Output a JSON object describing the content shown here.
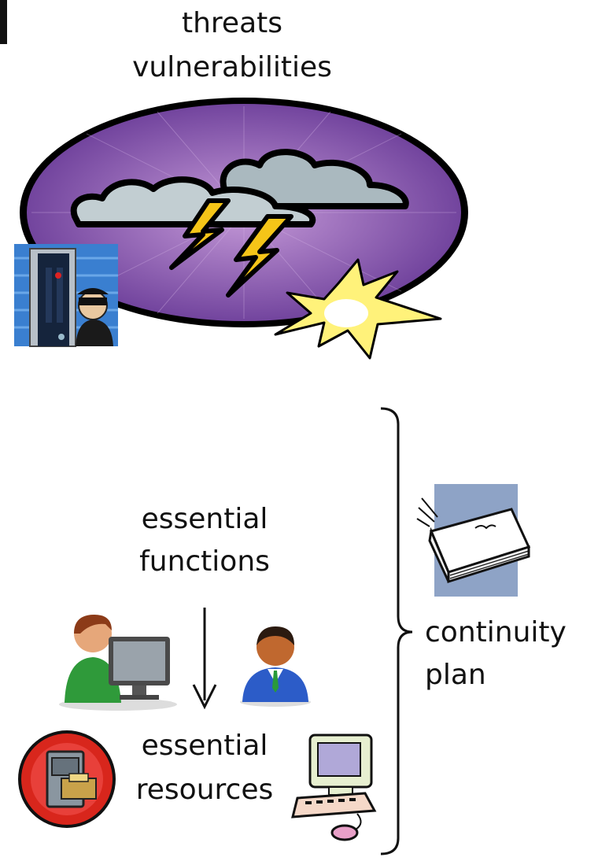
{
  "threat_section": {
    "line1": "threats",
    "line2": "vulnerabilities"
  },
  "functions_section": {
    "line1": "essential",
    "line2": "functions"
  },
  "resources_section": {
    "line1": "essential",
    "line2": "resources"
  },
  "plan_section": {
    "line1": "continuity",
    "line2": "plan"
  },
  "colors": {
    "storm_ellipse": "#7a4ea6",
    "cloud": "#b8c6cc",
    "lightning": "#f5c518",
    "burst": "#fff27a",
    "book_panel": "#8ea3c6",
    "cabinet_badge": "#d8261c"
  },
  "icons": [
    "storm-cloud-icon",
    "lightning-icon",
    "burglar-icon",
    "person-computer-icon",
    "businessman-icon",
    "filing-cabinet-icon",
    "desktop-computer-icon",
    "book-icon",
    "brace-icon",
    "down-arrow-icon"
  ]
}
